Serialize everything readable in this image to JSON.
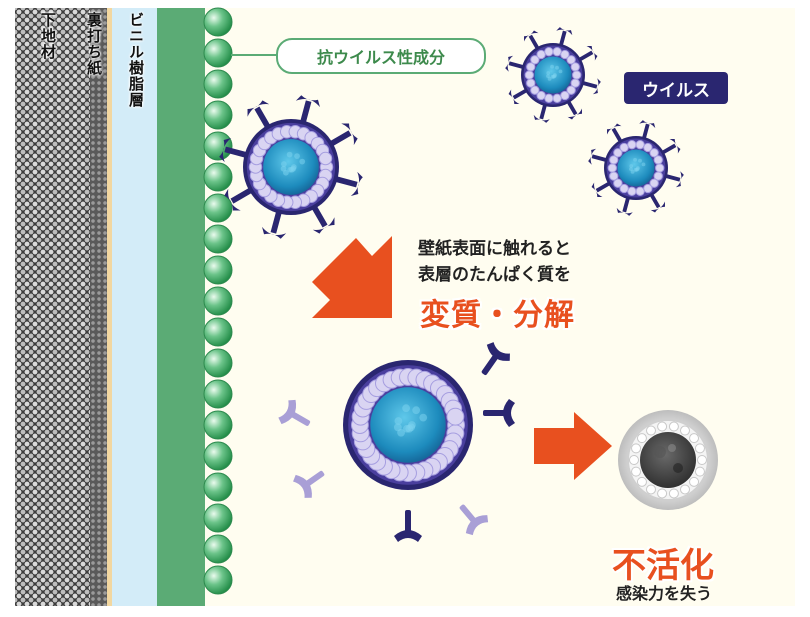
{
  "layers": {
    "substrate": "下地材",
    "backing_paper": "裏打ち紙",
    "vinyl_layer": "ビニル樹脂層"
  },
  "labels": {
    "antiviral_agent": "抗ウイルス性成分",
    "virus": "ウイルス"
  },
  "process": {
    "line1": "壁紙表面に触れると",
    "line2": "表層のたんぱく質を",
    "result": "変質・分解"
  },
  "outcome": {
    "title": "不活化",
    "subtitle": "感染力を失う"
  },
  "colors": {
    "virus_body": "#2a2670",
    "virus_core": "#1f8fc0",
    "arrow": "#e8501f",
    "agent_green": "#5bab75"
  }
}
